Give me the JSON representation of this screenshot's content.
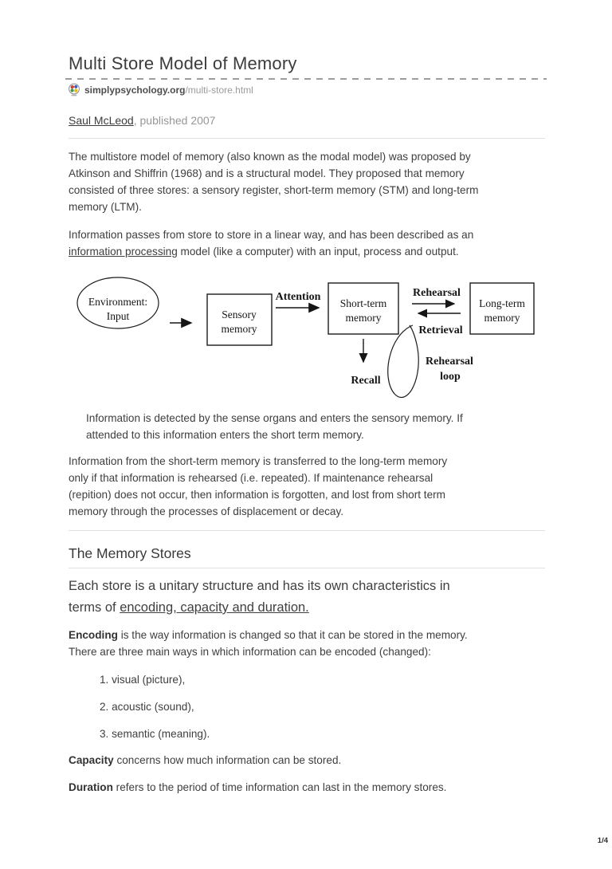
{
  "page": {
    "title": "Multi Store Model of Memory",
    "source": {
      "domain": "simplypsychology.org",
      "path": "/multi-store.html"
    },
    "byline": {
      "author": "Saul McLeod",
      "published": ", published 2007"
    },
    "page_indicator": "1/4"
  },
  "article": {
    "p1": "The multistore model of memory (also known as the modal model) was proposed by\nAtkinson and Shiffrin (1968) and is a structural model. They proposed that memory\nconsisted of three stores: a sensory register, short-term memory (STM) and long-term\nmemory (LTM).",
    "p2_pre": "Information passes from store to store in a linear way, and has been described as an\n",
    "p2_link": "information processing",
    "p2_post": " model (like a computer) with an input, process and output.",
    "caption": "Information is detected by the sense organs and enters the sensory memory. If\nattended to this information enters the short term memory.",
    "p3": "Information from the short-term memory is transferred to the long-term memory\nonly if that information is rehearsed (i.e. repeated). If maintenance rehearsal\n(repition) does not occur, then information is forgotten, and lost from short term\nmemory through the processes of displacement or decay."
  },
  "memory_stores": {
    "heading": "The Memory Stores",
    "lead_pre": "Each store is a unitary structure and has its own characteristics in\nterms of ",
    "lead_link": "encoding, capacity and duration.",
    "encoding_term": "Encoding",
    "encoding_rest": " is the way information is changed so that it can be stored in the memory.\nThere are three main ways in which information can be encoded (changed):",
    "list": [
      "1. visual (picture),",
      "2. acoustic (sound),",
      "3. semantic (meaning)."
    ],
    "capacity_term": "Capacity",
    "capacity_rest": " concerns how much information can be stored.",
    "duration_term": "Duration",
    "duration_rest": " refers to the period of time information can last in the memory stores."
  },
  "diagram": {
    "environment_line1": "Environment:",
    "environment_line2": "Input",
    "sensory_line1": "Sensory",
    "sensory_line2": "memory",
    "attention": "Attention",
    "stm_line1": "Short-term",
    "stm_line2": "memory",
    "rehearsal": "Rehearsal",
    "retrieval": "Retrieval",
    "ltm_line1": "Long-term",
    "ltm_line2": "memory",
    "recall": "Recall",
    "loop_line1": "Rehearsal",
    "loop_line2": "loop"
  },
  "colors": {
    "body_text": "#3e3e3e",
    "muted_text": "#979797",
    "divider": "#e1e1e1",
    "dash": "#9d9d9d",
    "diagram_stroke": "#1c1c1c"
  }
}
